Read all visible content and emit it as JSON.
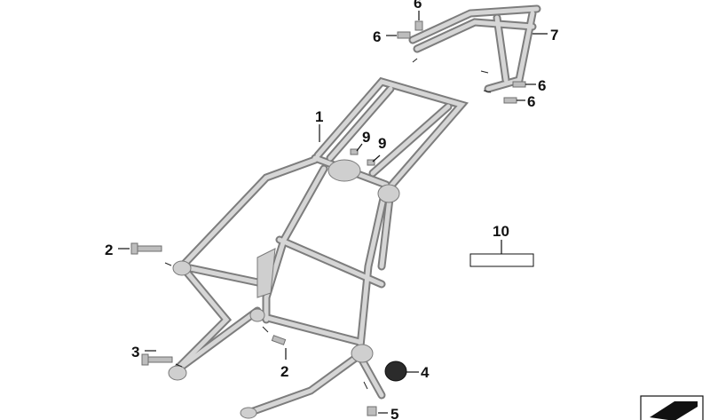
{
  "diagram": {
    "callouts": {
      "frame": "1",
      "bolt_upper_left": "2",
      "bolt_lower_center": "2",
      "bolt_lower_left": "3",
      "cap": "4",
      "bolt_bottom": "5",
      "screw_top": "6",
      "screw_left": "6",
      "screw_right_upper": "6",
      "screw_right_lower": "6",
      "rear_subframe": "7",
      "clip_a": "9",
      "clip_b": "9",
      "label_item": "10"
    }
  }
}
